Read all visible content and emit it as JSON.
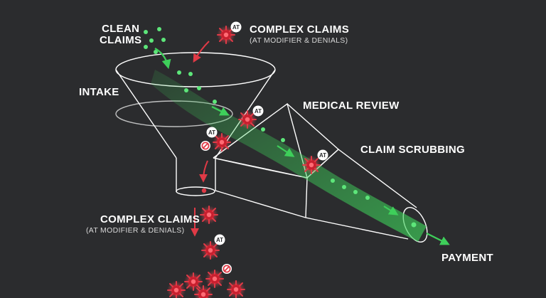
{
  "labels": {
    "clean_claims": "CLEAN\nCLAIMS",
    "complex_claims_top": "COMPLEX CLAIMS",
    "complex_claims_top_sub": "(AT MODIFIER & DENIALS)",
    "intake": "INTAKE",
    "medical_review": "MEDICAL REVIEW",
    "claim_scrubbing": "CLAIM SCRUBBING",
    "complex_claims_bottom": "COMPLEX CLAIMS",
    "complex_claims_bottom_sub": "(AT MODIFIER & DENIALS)",
    "payment": "PAYMENT"
  },
  "badges": {
    "at": "AT"
  },
  "icons": {
    "clean_claim": "green-dot",
    "complex_claim": "red-virus-cluster",
    "at_modifier": "at-badge",
    "denial": "denied-icon"
  },
  "colors": {
    "background": "#2b2c2e",
    "funnel_stroke": "#ffffff",
    "clean_flow": "#3ecf5a",
    "complex_flow": "#e03a46"
  }
}
